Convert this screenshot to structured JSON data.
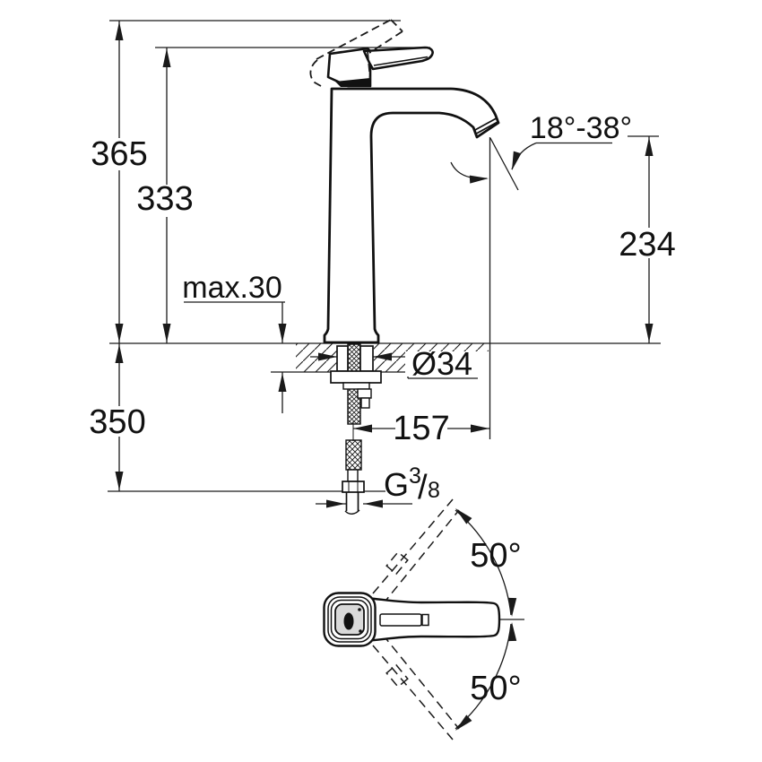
{
  "drawing": {
    "kind": "technical-dimension-drawing",
    "units": "mm",
    "colors": {
      "line": "#1a1a1a",
      "background": "#ffffff",
      "handle_face": "#d9d9d9"
    },
    "dimensions": {
      "total_height": "365",
      "height_to_lever": "333",
      "max_deck_thickness": "max.30",
      "spout_angle_range": "18°-38°",
      "outlet_height": "234",
      "hole_diameter": "Ø34",
      "spout_projection": "157",
      "hose_length": "350",
      "thread_letter": "G",
      "thread_numerator": "3",
      "thread_slash": "/",
      "thread_denominator": "8",
      "handle_swing_upper": "50°",
      "handle_swing_lower": "50°"
    }
  }
}
